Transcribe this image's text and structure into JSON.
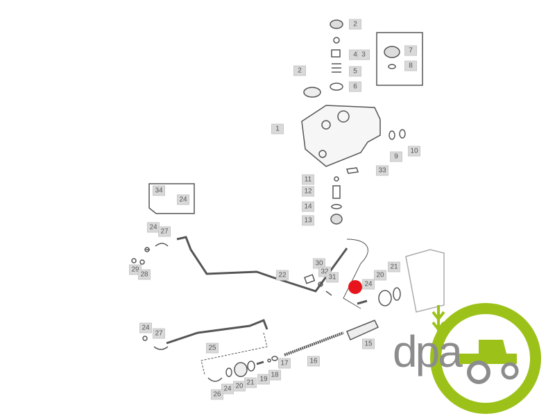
{
  "callouts": [
    "2",
    "4",
    "3",
    "5",
    "6",
    "7",
    "8",
    "2",
    "1",
    "9",
    "10",
    "33",
    "11",
    "12",
    "14",
    "13",
    "34",
    "24",
    "24",
    "27",
    "29",
    "28",
    "22",
    "30",
    "32",
    "31",
    "24",
    "20",
    "21",
    "15",
    "16",
    "17",
    "18",
    "19",
    "21",
    "20",
    "24",
    "26",
    "25",
    "24",
    "27"
  ],
  "logo": {
    "text": "dpa",
    "green": "#9cc21a",
    "gray": "#8c8c8c"
  },
  "highlight_color": "#e8141c"
}
